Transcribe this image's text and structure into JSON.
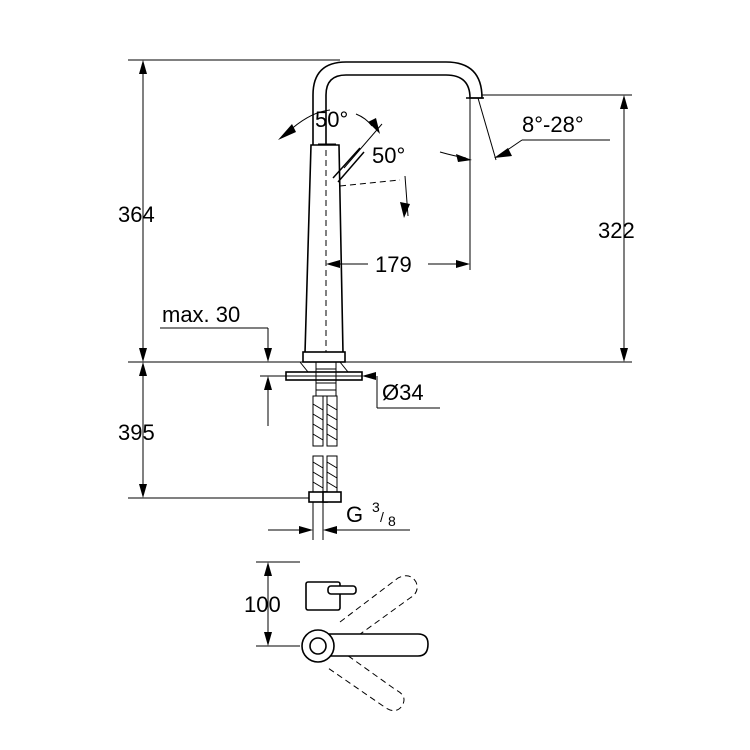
{
  "dimensions": {
    "total_height": "364",
    "spout_height": "322",
    "spout_reach": "179",
    "lever_angle_top": "50°",
    "lever_angle_side": "50°",
    "spout_tilt": "8°-28°",
    "max_deck": "max. 30",
    "hole_diameter": "Ø34",
    "hose_length": "395",
    "thread_letter": "G",
    "thread_num": "3",
    "thread_den": "8",
    "lever_offset": "100"
  }
}
